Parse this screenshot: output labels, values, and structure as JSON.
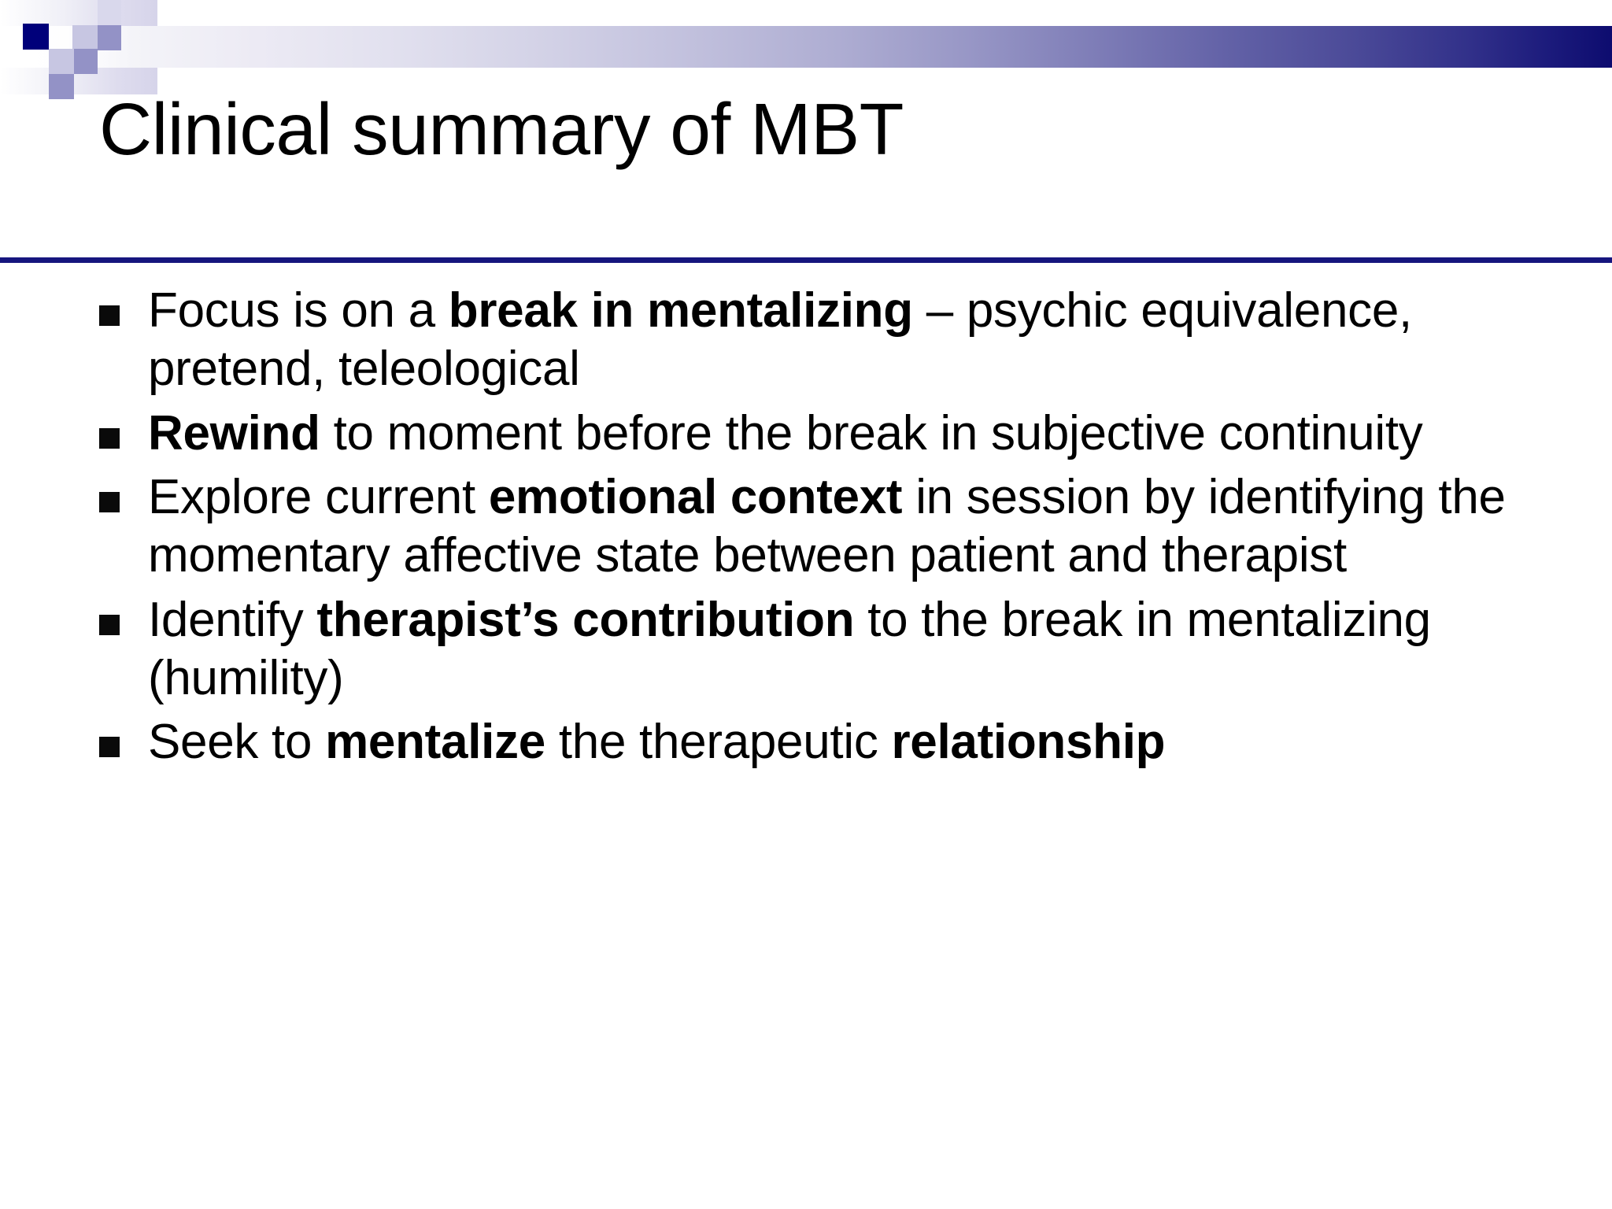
{
  "slide": {
    "title": "Clinical summary of MBT",
    "theme": {
      "accent_navy": "#00007a",
      "rule_navy": "#16157e",
      "square_mid": "#9392c6",
      "square_light": "#c7c6e2",
      "square_pale": "#d9d8ec",
      "text_color": "#000000",
      "background": "#ffffff"
    },
    "bullet_glyph": "filled-square",
    "bullets": [
      {
        "id": "bullet-focus",
        "runs": [
          {
            "text": "Focus is on a ",
            "bold": false
          },
          {
            "text": "break in mentalizing",
            "bold": true
          },
          {
            "text": " – psychic equivalence, pretend, teleological",
            "bold": false
          }
        ]
      },
      {
        "id": "bullet-rewind",
        "runs": [
          {
            "text": "Rewind",
            "bold": true
          },
          {
            "text": " to moment before the break in subjective continuity",
            "bold": false
          }
        ]
      },
      {
        "id": "bullet-explore",
        "runs": [
          {
            "text": "Explore current ",
            "bold": false
          },
          {
            "text": "emotional context",
            "bold": true
          },
          {
            "text": " in session by identifying the momentary affective state between patient and therapist",
            "bold": false
          }
        ]
      },
      {
        "id": "bullet-identify",
        "runs": [
          {
            "text": "Identify ",
            "bold": false
          },
          {
            "text": "therapist’s contribution",
            "bold": true
          },
          {
            "text": " to the break in mentalizing (humility)",
            "bold": false
          }
        ]
      },
      {
        "id": "bullet-seek",
        "runs": [
          {
            "text": "Seek to ",
            "bold": false
          },
          {
            "text": "mentalize",
            "bold": true
          },
          {
            "text": " the therapeutic ",
            "bold": false
          },
          {
            "text": "relationship",
            "bold": true
          }
        ]
      }
    ]
  }
}
